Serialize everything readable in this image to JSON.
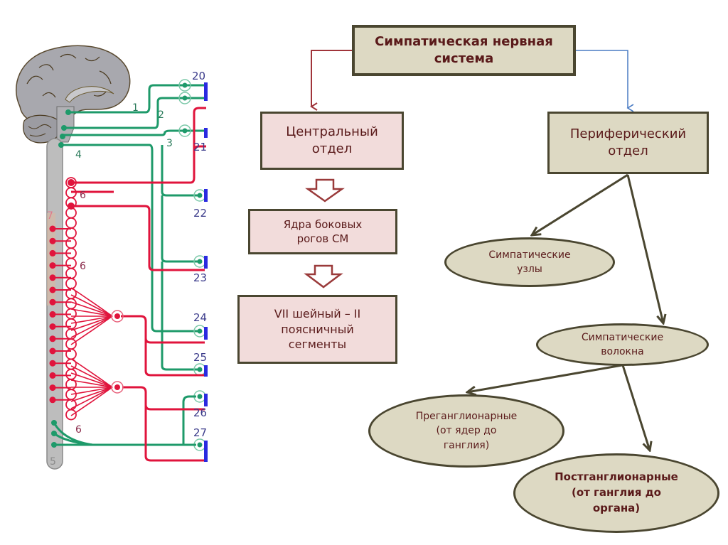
{
  "diagram": {
    "root": {
      "label": "Симпатическая нервная\nсистема"
    },
    "central": {
      "label": "Центральный\nотдел"
    },
    "peripheral": {
      "label": "Периферический\nотдел"
    },
    "nuclei": {
      "label": "Ядра  боковых\nрогов   СМ"
    },
    "segments": {
      "label": "VII шейный – II\nпоясничный\nсегменты"
    },
    "nodes": {
      "label": "Симпатические\nузлы"
    },
    "fibers": {
      "label": "Симпатические\nволокна"
    },
    "preganglionic": {
      "label": "Преганглионарные\n(от ядер  до\nганглия)"
    },
    "postganglionic": {
      "label": "Постганглионарные\n(от  ганглия  до\nоргана)"
    },
    "colors": {
      "box_beige": "#ddd9c3",
      "box_pink": "#f2dcdb",
      "border": "#4a4630",
      "text": "#5a1a1a",
      "arrow_red": "#a0343a",
      "arrow_blue": "#4a7cc4"
    }
  },
  "anatomy": {
    "pathway_labels": [
      "1",
      "2",
      "3",
      "4"
    ],
    "segment_labels": [
      "6",
      "6",
      "6",
      "7",
      "5"
    ],
    "organ_labels": [
      "20",
      "21",
      "22",
      "23",
      "24",
      "25",
      "26",
      "27"
    ],
    "colors": {
      "parasympathetic": "#1e9a6a",
      "sympathetic": "#e0143c",
      "organ": "#2a2ae0",
      "label": "#3a3a8a",
      "cord": "#b8b8b8"
    }
  }
}
